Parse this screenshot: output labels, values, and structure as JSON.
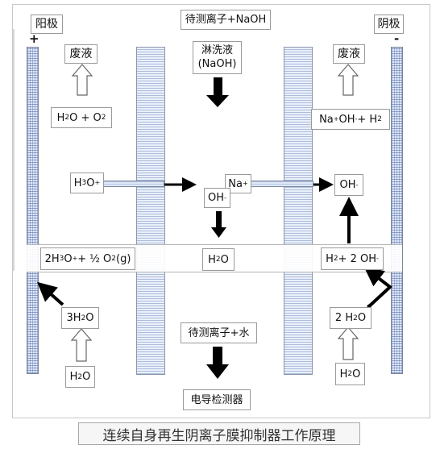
{
  "labels": {
    "anode": "阳极",
    "anode_sign": "+",
    "cathode": "阴极",
    "cathode_sign": "-",
    "top_center": "待测离子+NaOH",
    "eluent_line1": "淋洗液",
    "eluent_line2": "(NaOH)",
    "waste_left": "废液",
    "waste_right": "废液",
    "mid_center": "待测离子+水",
    "detector": "电导检测器",
    "caption": "连续自身再生阴离子膜抑制器工作原理"
  },
  "formulas": {
    "h2o_o2": [
      "H",
      "2",
      "O + O",
      "2"
    ],
    "na_oh_h2": [
      "Na",
      "+",
      " OH",
      "-",
      " + H",
      "2"
    ],
    "h3o": [
      "H",
      "3",
      "O",
      "+"
    ],
    "na": [
      "Na",
      "+"
    ],
    "oh_mid": [
      "OH",
      "-"
    ],
    "oh_right": [
      "OH",
      "-"
    ],
    "anode_reaction": [
      "2H",
      "3",
      "O",
      "+",
      " + ½ O",
      "2",
      " (g)"
    ],
    "h2o_center": [
      "H",
      "2",
      "O"
    ],
    "cathode_reaction": [
      "H",
      "2",
      " + 2 OH",
      "-"
    ],
    "three_h2o": [
      "3H",
      "2",
      "O"
    ],
    "two_h2o": [
      "2 H",
      "2",
      "O"
    ],
    "h2o_left": [
      "H",
      "2",
      "O"
    ],
    "h2o_right": [
      "H",
      "2",
      "O"
    ]
  }
}
